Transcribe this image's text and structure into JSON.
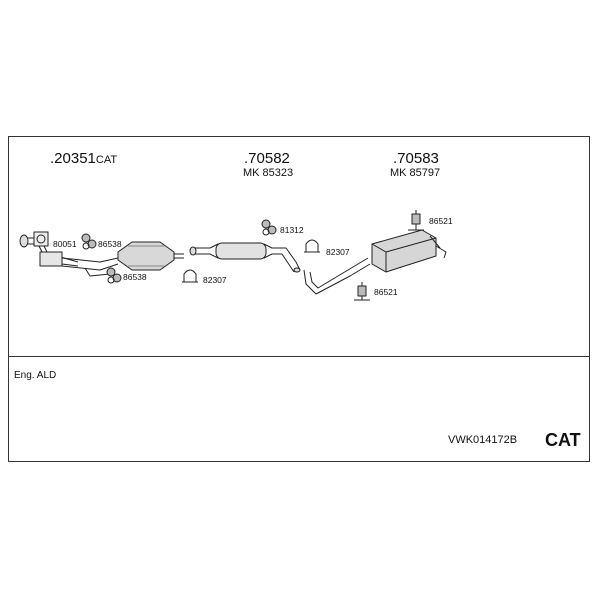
{
  "parts": {
    "p1": {
      "number": ".20351",
      "suffix": "CAT"
    },
    "p2": {
      "number": ".70582",
      "mk": "MK  85323"
    },
    "p3": {
      "number": ".70583",
      "mk": "MK  85797"
    }
  },
  "labels": {
    "l80051": "80051",
    "l86538a": "86538",
    "l86538b": "86538",
    "l82307a": "82307",
    "l81312": "81312",
    "l82307b": "82307",
    "l86521a": "86521",
    "l86521b": "86521"
  },
  "footer": {
    "engine": "Eng. ALD",
    "code": "VWK014172B",
    "badge": "CAT"
  }
}
